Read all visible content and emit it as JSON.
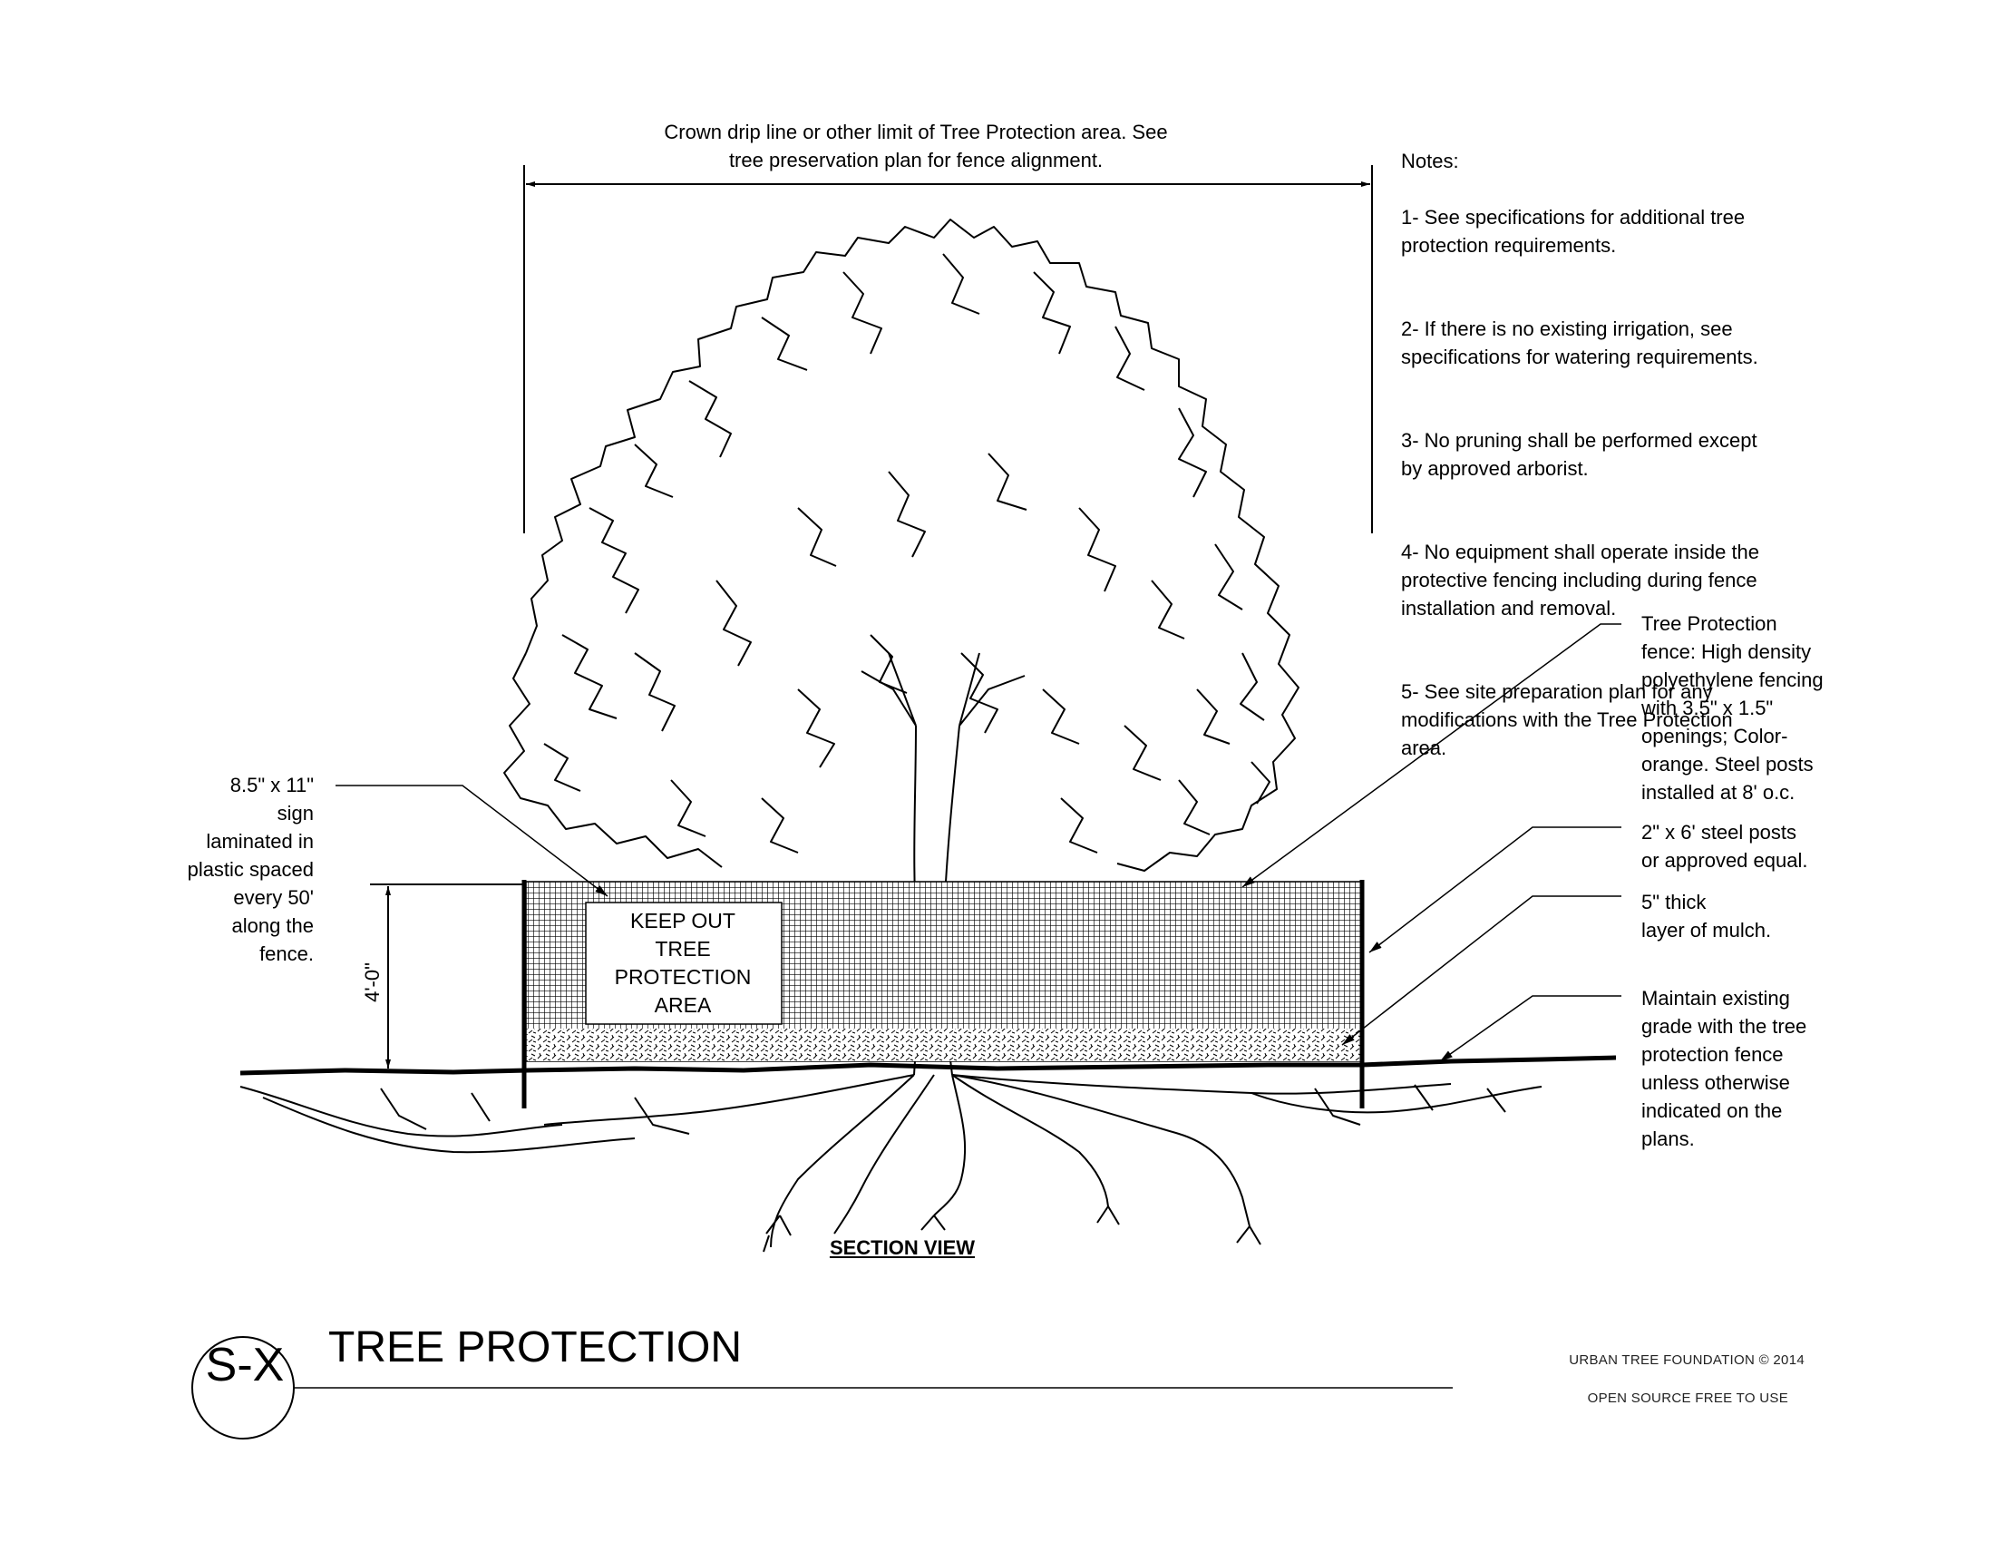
{
  "crown_label": "Crown drip line or other limit of Tree Protection area. See\ntree preservation plan for fence alignment.",
  "notes": {
    "heading": "Notes:",
    "items": [
      "1- See specifications for additional tree\nprotection requirements.",
      "2- If there is no existing irrigation, see\nspecifications for watering requirements.",
      "3- No pruning shall be performed except\nby approved arborist.",
      "4- No equipment shall operate inside the\nprotective fencing including during fence\ninstallation and removal.",
      "5- See site preparation plan for any\nmodifications with the Tree Protection\narea."
    ]
  },
  "callouts": {
    "fence": "Tree Protection\nfence: High density\npolyethylene fencing\nwith 3.5\" x 1.5\"\nopenings; Color-\norange. Steel posts\ninstalled at 8' o.c.",
    "posts": "2\" x 6' steel posts\nor approved equal.",
    "mulch": "5\" thick\nlayer of mulch.",
    "grade": "Maintain existing\ngrade with the tree\nprotection fence\nunless otherwise\nindicated on the\nplans.",
    "sign": "8.5\" x 11\"\nsign\nlaminated in\nplastic spaced\nevery 50'\nalong the\nfence."
  },
  "sign_text": "KEEP OUT\nTREE\nPROTECTION\nAREA",
  "height_dimension": "4'-0\"",
  "section_view": "SECTION VIEW",
  "title": "TREE PROTECTION",
  "detail_id": "S-X",
  "credit": {
    "line1": "URBAN TREE FOUNDATION © 2014",
    "line2": "OPEN SOURCE FREE TO USE"
  }
}
